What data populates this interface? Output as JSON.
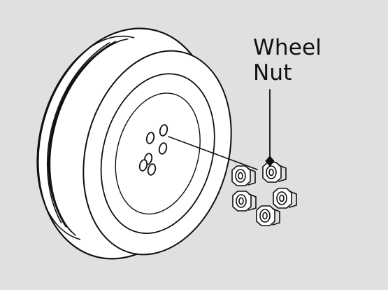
{
  "callout": {
    "line1": "Wheel",
    "line2": "Nut"
  },
  "colors": {
    "background": "#e0e0e0",
    "stroke": "#111111",
    "fill": "#ffffff"
  },
  "icons": [
    "tire",
    "wheel-hub",
    "lug-nut",
    "leader-line",
    "diamond-marker"
  ]
}
